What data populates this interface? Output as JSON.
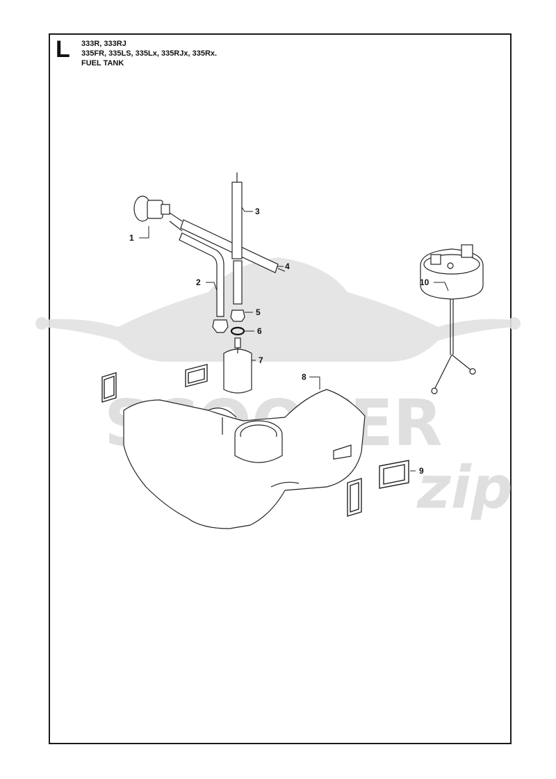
{
  "header": {
    "section_letter": "L",
    "model_line_1": "333R, 333RJ",
    "model_line_2": "335FR, 335LS, 335Lx, 335RJx, 335Rx.",
    "title": "FUEL TANK"
  },
  "watermark": {
    "brand": "SCOOTER",
    "suffix": "zip"
  },
  "parts": [
    {
      "number": "1",
      "icon": "primer-bulb-icon"
    },
    {
      "number": "2",
      "icon": "fuel-hose-icon"
    },
    {
      "number": "3",
      "icon": "fuel-hose-icon"
    },
    {
      "number": "4",
      "icon": "fuel-hose-icon"
    },
    {
      "number": "5",
      "icon": "grommet-icon"
    },
    {
      "number": "6",
      "icon": "o-ring-icon"
    },
    {
      "number": "7",
      "icon": "fuel-filter-icon"
    },
    {
      "number": "8",
      "icon": "fuel-tank-icon"
    },
    {
      "number": "9",
      "icon": "rubber-mount-icon"
    },
    {
      "number": "10",
      "icon": "fuel-cap-icon"
    }
  ]
}
